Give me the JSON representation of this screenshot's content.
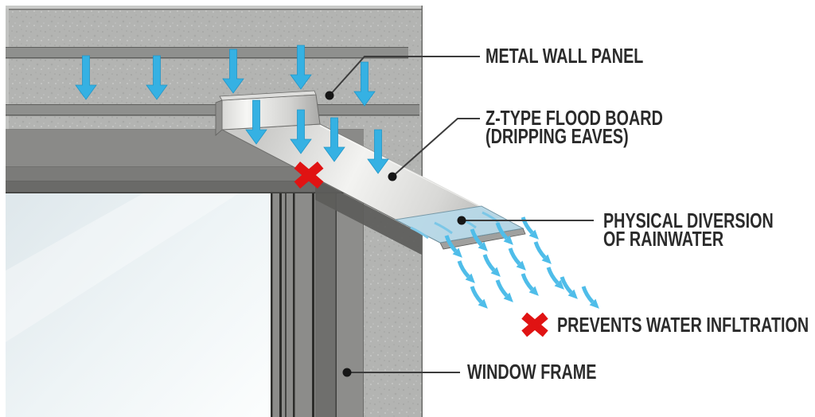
{
  "diagram": {
    "type": "construction-detail-illustration",
    "subject": "Z-type flood board (dripping eaves) at metal wall panel over window frame",
    "background": "#ffffff",
    "labels": {
      "metal_wall_panel": "METAL WALL PANEL",
      "z_type_flood_board": {
        "line1": "Z-TYPE FLOOD BOARD",
        "line2": "(DRIPPING EAVES)"
      },
      "physical_diversion": {
        "line1": "PHYSICAL DIVERSION",
        "line2": "OF RAINWATER"
      },
      "prevents_water_infiltration": "PREVENTS WATER INFLTRATION",
      "window_frame": "WINDOW FRAME"
    },
    "colors": {
      "arrow_blue": "#35b1e3",
      "arrow_blue_edge": "#2196c8",
      "drip_blue": "#4fbde9",
      "cross_red": "#e01313",
      "concrete": "#b3b4b2",
      "concrete_band_dark": "#8f908e",
      "head_gray_top": "#8a8a88",
      "head_gray_mid": "#7b7b79",
      "head_gray_low": "#6a6a68",
      "frame_gray": "#8c8c8a",
      "frame_line_dark": "#2c2c2a",
      "jamb_dark": "#6f6f6d",
      "jamb_mid": "#8d8d8b",
      "shadow_under_board": "#5c5c5a",
      "board_metal_bright": "#f3f3f1",
      "board_metal_dark": "#b5b5b3",
      "board_tip_blue": "#b7d9e9",
      "glass_top": "#dfe8ec",
      "glass_bottom": "#fbfdfd",
      "leader_line": "#3c3c3c",
      "leader_dot": "#161616",
      "label_text": "#2b2b2b"
    },
    "icons": {
      "down_arrow": "water-flow-down-arrow",
      "drip_arrow": "rain-drip-curved-arrow",
      "cross": "blocked-infiltration-cross"
    },
    "counts": {
      "down_arrows_wall": 5,
      "down_arrows_board": 4,
      "drip_arrows": 14,
      "crosses": 2
    }
  }
}
